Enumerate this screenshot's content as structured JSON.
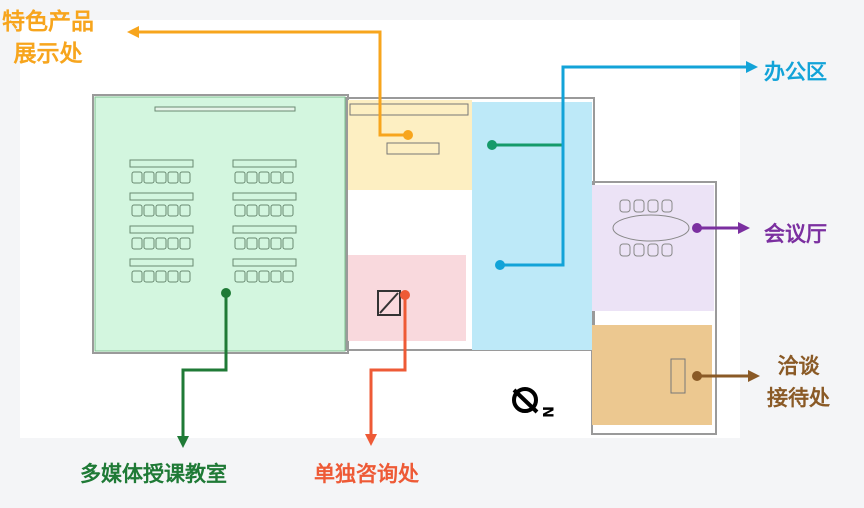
{
  "colors": {
    "display": "#f7a51d",
    "office": "#12a3d8",
    "meeting": "#7b2fa0",
    "lounge": "#8a5a26",
    "classroom": "#1f7a36",
    "consult": "#ee5a36"
  },
  "labels": {
    "display_line1": "特色产品",
    "display_line2": "展示处",
    "office": "办公区",
    "meeting": "会议厅",
    "lounge_line1": "洽谈",
    "lounge_line2": "接待处",
    "classroom": "多媒体授课教室",
    "consult": "单独咨询处"
  },
  "compass": {
    "icon": "north-compass-icon",
    "letter": "N"
  }
}
